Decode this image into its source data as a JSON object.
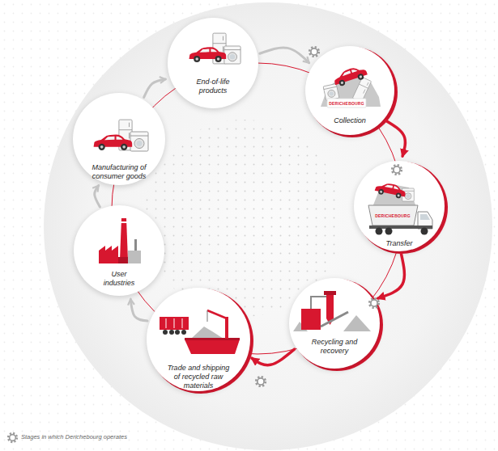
{
  "diagram": {
    "nodes": [
      {
        "text": [
          "End-of-life products"
        ]
      },
      {
        "text": [
          "Collection"
        ]
      },
      {
        "text": [
          "Transfer"
        ]
      },
      {
        "text": [
          "Recycling and recovery"
        ]
      },
      {
        "text": [
          "Trade and shipping of recycled raw materials"
        ]
      },
      {
        "text": [
          "User industries"
        ]
      },
      {
        "text": [
          "Manufacturing of consumer goods"
        ]
      }
    ],
    "edges": [
      {
        "from": 0,
        "to": 1,
        "arrow": "to"
      },
      {
        "from": 1,
        "to": 2,
        "arrow": "to"
      },
      {
        "from": 2,
        "to": 3,
        "arrow": "to"
      },
      {
        "from": 3,
        "to": 4,
        "arrow": "to"
      },
      {
        "from": 4,
        "to": 5,
        "arrow": "to"
      },
      {
        "from": 5,
        "to": 6,
        "arrow": "to"
      },
      {
        "from": 6,
        "to": 0,
        "arrow": "to"
      }
    ],
    "labels": [
      "DERICHEBOURG",
      "DERICHEBOURG"
    ],
    "legend": [
      {
        "text": "Stages in which Derichebourg operates"
      }
    ]
  }
}
